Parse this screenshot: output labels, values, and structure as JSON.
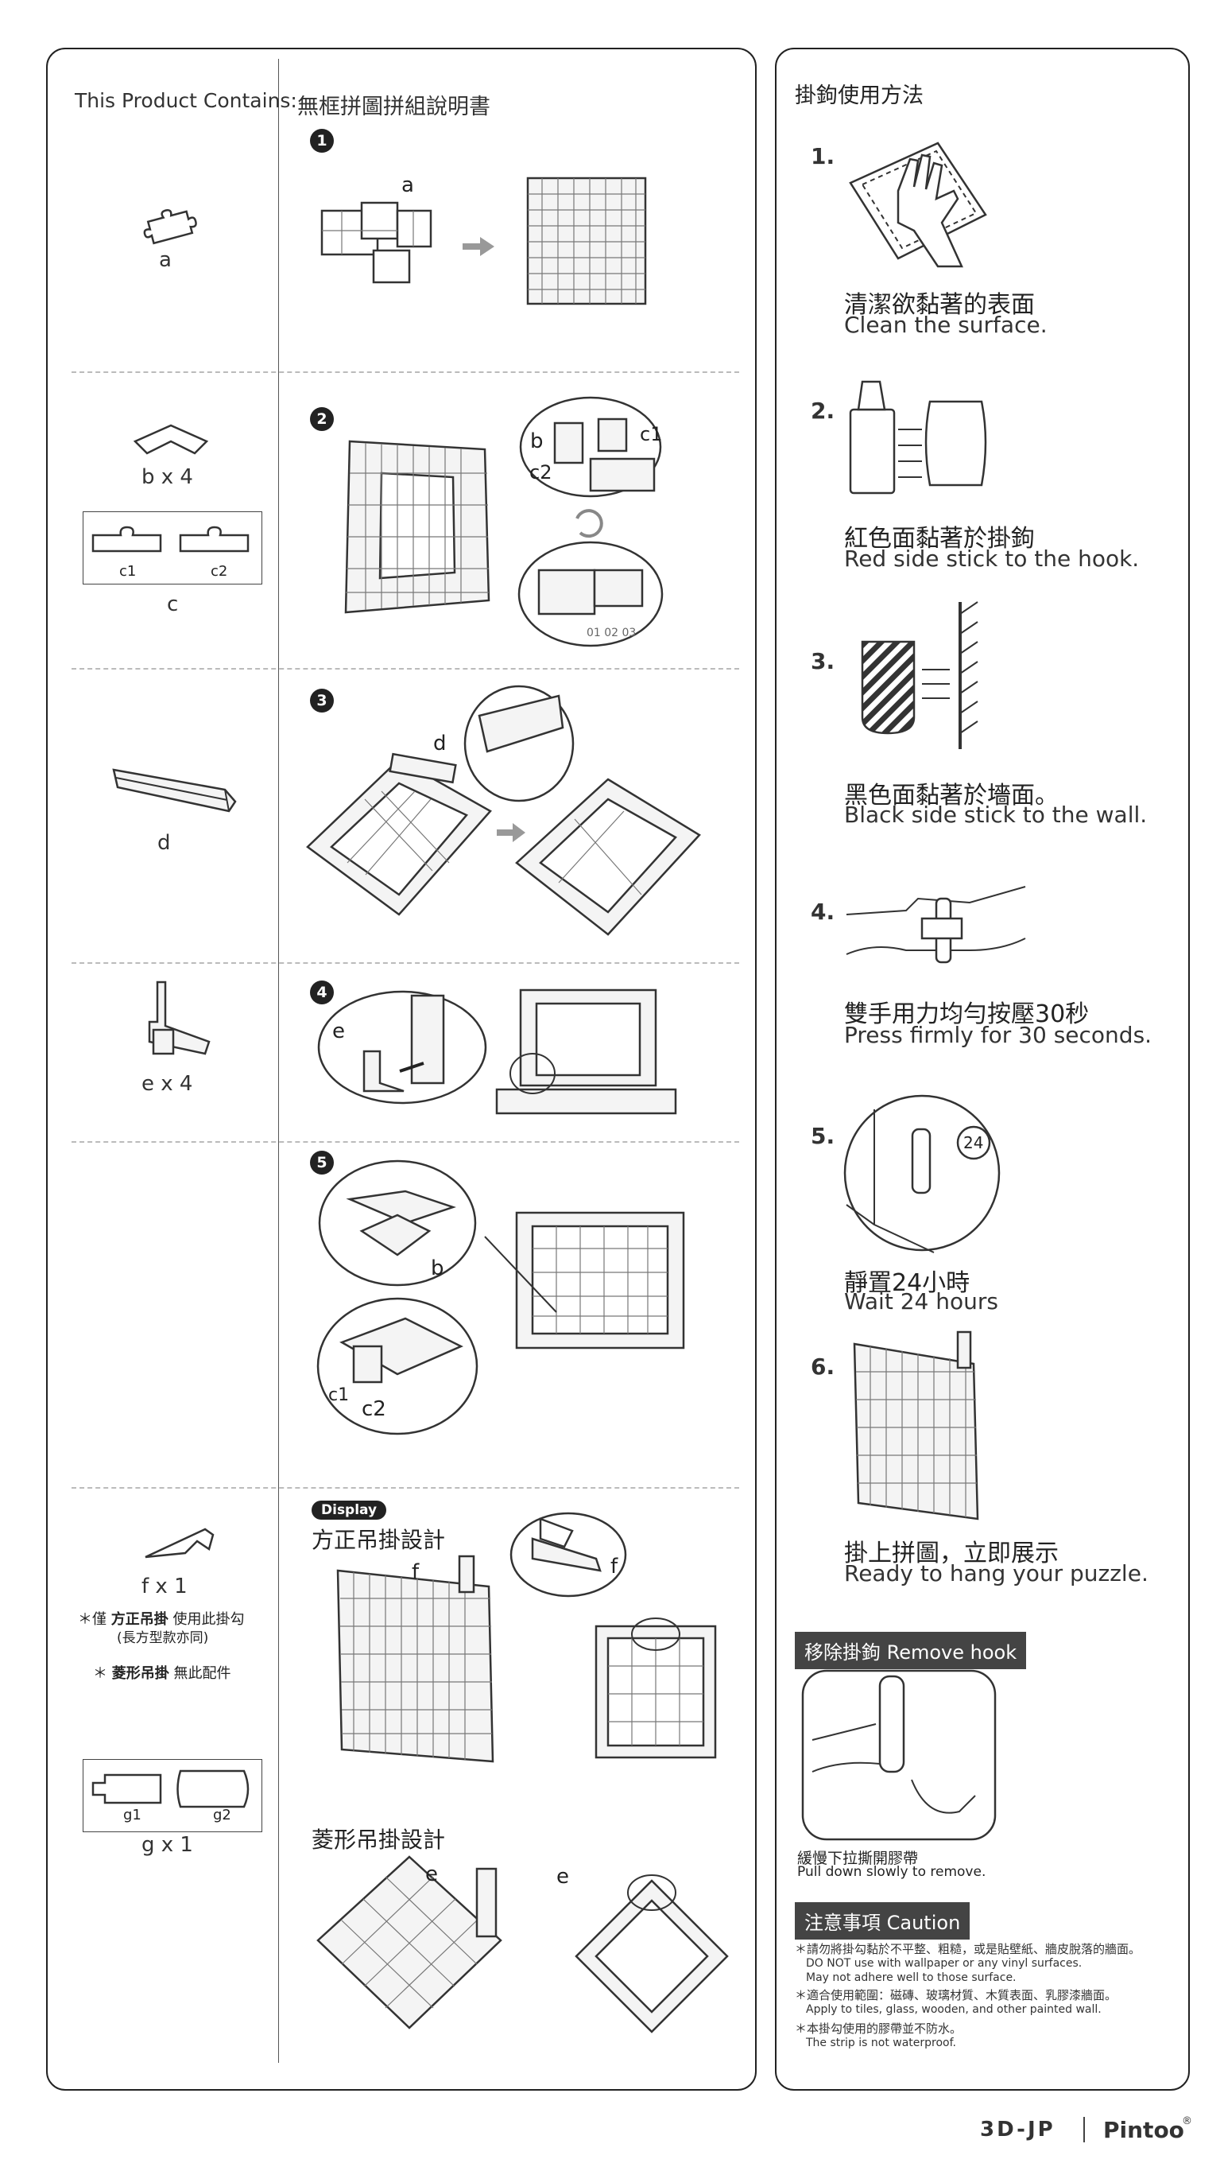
{
  "left": {
    "contains_title": "This Product Contains:",
    "manual_title": "無框拼圖拼組說明書",
    "parts": {
      "a": "a",
      "b": "b x 4",
      "c1": "c1",
      "c2": "c2",
      "c": "c",
      "d": "d",
      "e": "e x 4",
      "f": "f x 1",
      "f_note1_prefix": "＊僅",
      "f_note1_bold": "方正吊掛",
      "f_note1_suffix": "使用此掛勾",
      "f_note1_sub": "(長方型款亦同)",
      "f_note2_prefix": "＊",
      "f_note2_bold": "菱形吊掛",
      "f_note2_suffix": "無此配件",
      "g1": "g1",
      "g2": "g2",
      "g": "g x 1"
    },
    "steps": [
      "1",
      "2",
      "3",
      "4",
      "5"
    ],
    "callouts": {
      "a": "a",
      "b": "b",
      "c1": "c1",
      "c2": "c2",
      "d": "d",
      "e": "e",
      "b5": "b",
      "c1_5": "c1",
      "c2_5": "c2",
      "f": "f",
      "e_d1": "e",
      "e_d2": "e",
      "ticks": "01 02 03"
    },
    "display": {
      "badge": "Display",
      "square_title": "方正吊掛設計",
      "diamond_title": "菱形吊掛設計"
    }
  },
  "right": {
    "title": "掛鉤使用方法",
    "steps": [
      {
        "num": "1.",
        "zh": "清潔欲黏著的表面",
        "en": "Clean the surface."
      },
      {
        "num": "2.",
        "zh": "紅色面黏著於掛鉤",
        "en": "Red side stick to the hook."
      },
      {
        "num": "3.",
        "zh": "黑色面黏著於墻面。",
        "en": "Black side stick to the wall."
      },
      {
        "num": "4.",
        "zh": "雙手用力均勻按壓30秒",
        "en": "Press firmly for 30 seconds."
      },
      {
        "num": "5.",
        "zh": "靜置24小時",
        "en": "Wait 24 hours"
      },
      {
        "num": "6.",
        "zh": "掛上拼圖，立即展示",
        "en": "Ready to hang your puzzle."
      }
    ],
    "clock": "24",
    "remove": {
      "title": "移除掛鉤 Remove hook",
      "zh": "緩慢下拉撕開膠帶",
      "en": "Pull down slowly to remove."
    },
    "caution": {
      "title": "注意事項 Caution",
      "items": [
        {
          "zh": "＊請勿將掛勾黏於不平整、粗糙，或是貼壁紙、牆皮脫落的牆面。",
          "en1": "DO NOT use with wallpaper or any vinyl surfaces.",
          "en2": "May not adhere well to those surface."
        },
        {
          "zh": "＊適合使用範圍：磁磚、玻璃材質、木質表面、乳膠漆牆面。",
          "en1": "Apply to tiles, glass, wooden, and other painted wall.",
          "en2": ""
        },
        {
          "zh": "＊本掛勾使用的膠帶並不防水。",
          "en1": "The strip is not waterproof.",
          "en2": ""
        }
      ]
    }
  },
  "footer": {
    "brand1": "3D-JP",
    "brand2": "Pintoo",
    "reg": "®"
  }
}
